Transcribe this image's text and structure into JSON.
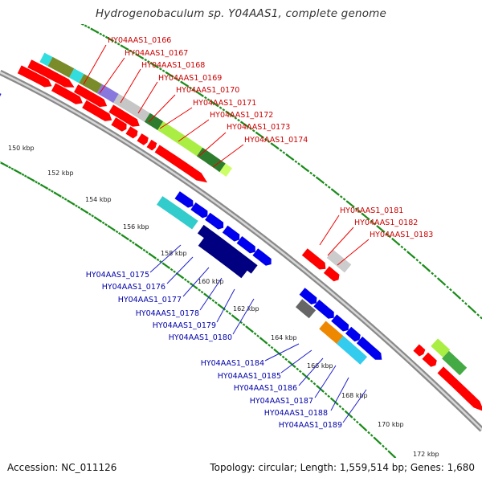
{
  "title": "Hydrogenobaculum sp. Y04AAS1, complete genome",
  "accession": "Accession: NC_011126",
  "summary": "Topology: circular; Length: 1,559,514 bp; Genes: 1,680",
  "kbp_labels": [
    "150 kbp",
    "152 kbp",
    "154 kbp",
    "156 kbp",
    "158 kbp",
    "160 kbp",
    "162 kbp",
    "164 kbp",
    "166 kbp",
    "168 kbp",
    "170 kbp",
    "172 kbp"
  ],
  "forward_labels": [
    "HY04AAS1_0166",
    "HY04AAS1_0167",
    "HY04AAS1_0168",
    "HY04AAS1_0169",
    "HY04AAS1_0170",
    "HY04AAS1_0171",
    "HY04AAS1_0172",
    "HY04AAS1_0173",
    "HY04AAS1_0174",
    "HY04AAS1_0181",
    "HY04AAS1_0182",
    "HY04AAS1_0183"
  ],
  "reverse_labels": [
    "HY04AAS1_0175",
    "HY04AAS1_0176",
    "HY04AAS1_0177",
    "HY04AAS1_0178",
    "HY04AAS1_0179",
    "HY04AAS1_0180",
    "HY04AAS1_0184",
    "HY04AAS1_0185",
    "HY04AAS1_0186",
    "HY04AAS1_0187",
    "HY04AAS1_0188",
    "HY04AAS1_0189"
  ],
  "colors": {
    "forward_gene": "#ff0000",
    "reverse_gene": "#0000ee",
    "forward_label": "#cc0000",
    "reverse_label": "#0000aa",
    "backbone": "#888888",
    "gc_ticks": "#1a8c1a"
  }
}
